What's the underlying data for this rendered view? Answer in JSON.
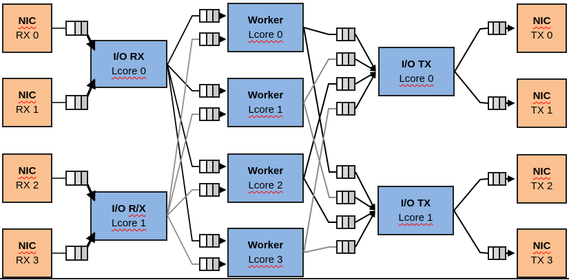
{
  "colors": {
    "nic_fill": "#FAC090",
    "core_fill": "#8DB4E2",
    "box_border": "#1F1F1F",
    "line_black": "#000000",
    "line_gray": "#8C8C8C",
    "queue_cell": "#D9D9D9",
    "queue_cell_dark": "#C9C9C9",
    "spellcheck_squiggle": "#FF0000"
  },
  "icons": {
    "queue": "queue-icon"
  },
  "diagram": {
    "nic_rx": [
      {
        "title": "NIC",
        "subtitle": "RX 0"
      },
      {
        "title": "NIC",
        "subtitle": "RX 1"
      },
      {
        "title": "NIC",
        "subtitle": "RX 2"
      },
      {
        "title": "NIC",
        "subtitle": "RX 3"
      }
    ],
    "io_rx": [
      {
        "title": "I/O RX",
        "subtitle": "Lcore 0"
      },
      {
        "title_prefix": "I/O ",
        "title_misspelled": "R/X",
        "subtitle": "Lcore 1"
      }
    ],
    "workers": [
      {
        "title": "Worker",
        "subtitle": "Lcore 0"
      },
      {
        "title": "Worker",
        "subtitle": "Lcore 1"
      },
      {
        "title": "Worker",
        "subtitle": "Lcore 2"
      },
      {
        "title": "Worker",
        "subtitle": "Lcore 3"
      }
    ],
    "io_tx": [
      {
        "title": "I/O TX",
        "subtitle": "Lcore 0"
      },
      {
        "title": "I/O TX",
        "subtitle": "Lcore 1"
      }
    ],
    "nic_tx": [
      {
        "title": "NIC",
        "subtitle": "TX 0"
      },
      {
        "title": "NIC",
        "subtitle": "TX 1"
      },
      {
        "title": "NIC",
        "subtitle": "TX 2"
      },
      {
        "title": "NIC",
        "subtitle": "TX 3"
      }
    ]
  }
}
